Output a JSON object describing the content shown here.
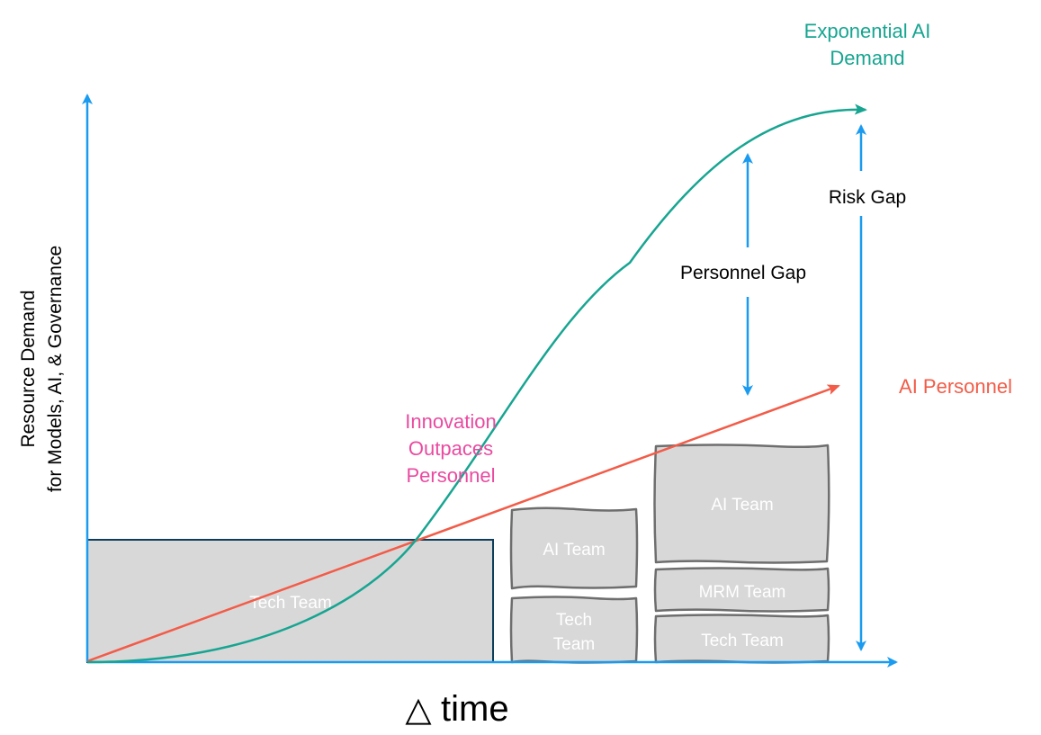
{
  "labels": {
    "exponential_line1": "Exponential AI",
    "exponential_line2": "Demand",
    "risk_gap": "Risk Gap",
    "personnel_gap": "Personnel Gap",
    "ai_personnel": "AI Personnel",
    "innovation_line1": "Innovation",
    "innovation_line2": "Outpaces",
    "innovation_line3": "Personnel",
    "ylabel_line1": "Resource Demand",
    "ylabel_line2": "for Models, AI, & Governance",
    "xlabel_symbol": "△",
    "xlabel": "time"
  },
  "boxes": {
    "tech_team_initial": "Tech Team",
    "mid_ai_team": "AI Team",
    "mid_tech_line1": "Tech",
    "mid_tech_line2": "Team",
    "right_ai_team": "AI Team",
    "right_mrm_team": "MRM Team",
    "right_tech_team": "Tech Team"
  },
  "colors": {
    "axis": "#1a9bf0",
    "exponential": "#17a591",
    "personnel": "#f25c48",
    "innovation": "#ea4aa0",
    "box_fill": "#d9d8d9",
    "box_stroke": "#6e6e6e",
    "box_initial_stroke": "#0f3d5c"
  }
}
